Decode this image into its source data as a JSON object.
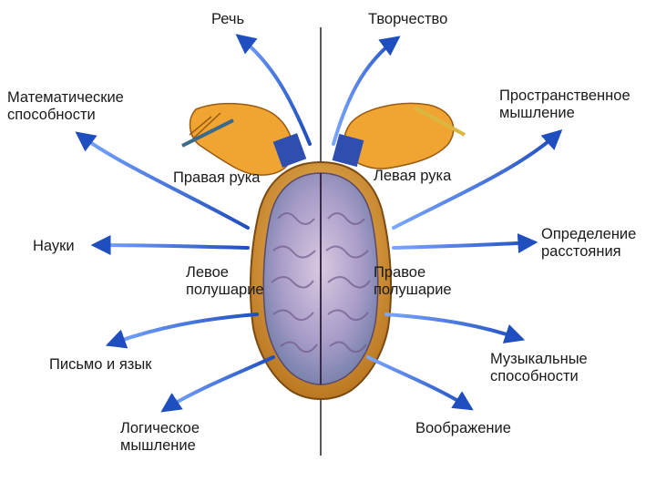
{
  "labels": {
    "speech": "Речь",
    "creativity": "Творчество",
    "math": "Математические\nспособности",
    "spatial": "Пространственное\nмышление",
    "right_hand": "Правая рука",
    "left_hand": "Левая рука",
    "sciences": "Науки",
    "distance": "Определение\nрасстояния",
    "left_hemisphere": "Левое\nполушарие",
    "right_hemisphere": "Правое\nполушарие",
    "writing": "Письмо и язык",
    "music": "Музыкальные\nспособности",
    "logic": "Логическое\nмышление",
    "imagination": "Воображение"
  },
  "colors": {
    "arrow_dark": "#1f4fbf",
    "arrow_light": "#6f9bff",
    "skull": "#c8892a",
    "brain": "#9a8fb8",
    "hand": "#f0a533",
    "cuff": "#2f4fb0",
    "divider": "#222222"
  },
  "icons": [
    "brain-top-view",
    "right-hand-with-pencil",
    "left-hand-with-pencil"
  ]
}
